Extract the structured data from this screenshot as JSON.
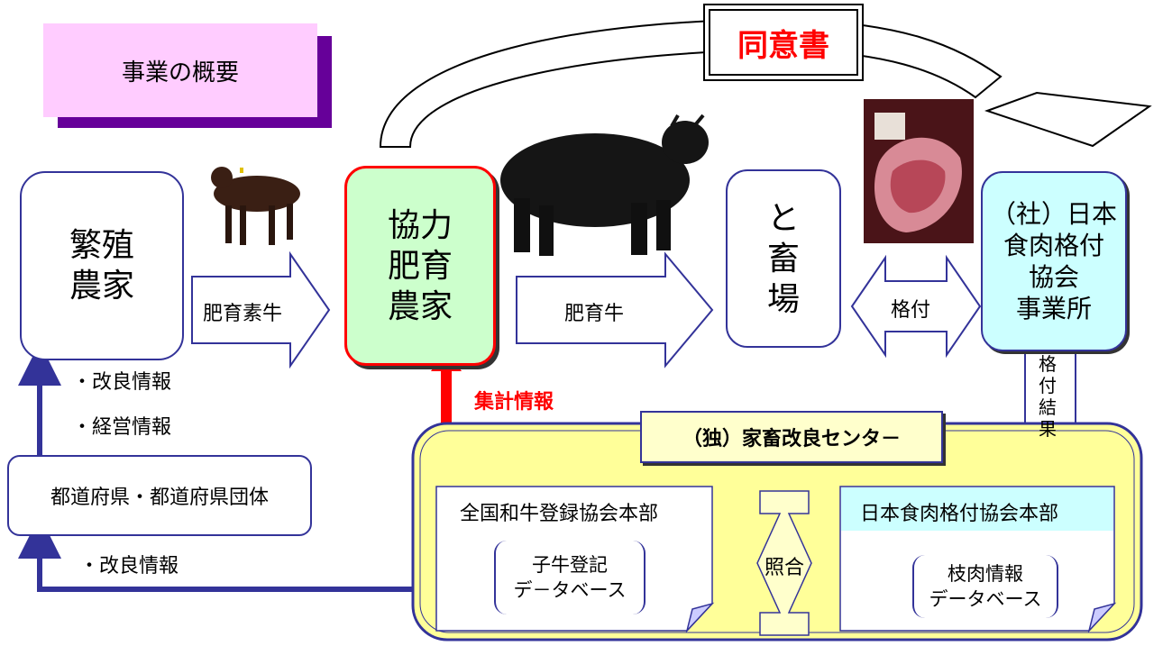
{
  "title": "事業の概要",
  "consent": "同意書",
  "nodes": {
    "breeder": "繁殖\n農家",
    "fattener": "協力\n肥育\n農家",
    "slaughter": "と\n畜\n場",
    "grading_office": "（社）日本\n食肉格付\n協会\n事業所",
    "prefecture": "都道府県・都道府県団体"
  },
  "arrows": {
    "calf": "肥育素牛",
    "fat_cattle": "肥育牛",
    "grading": "格付",
    "grading_result": "格\n付\n結\n果",
    "collation": "照合"
  },
  "info": {
    "improvement1": "・改良情報",
    "management": "・経営情報",
    "improvement2": "・改良情報",
    "aggregate": "集計情報"
  },
  "center": {
    "title": "（独）家畜改良センタ－",
    "wagyu": {
      "header": "全国和牛登録協会本部",
      "db": "子牛登記\nデ－タベース"
    },
    "grading": {
      "header": "日本食肉格付協会本部",
      "db": "枝肉情報\nデータベース"
    }
  },
  "colors": {
    "title_bg": "#ffccff",
    "title_shadow": "#660099",
    "fattener_bg": "#ccffcc",
    "fattener_border": "#ff0000",
    "office_bg": "#ccffff",
    "center_bg": "#ffff99",
    "arrow_dark": "#333399",
    "aggregate_red": "#ff0000"
  }
}
